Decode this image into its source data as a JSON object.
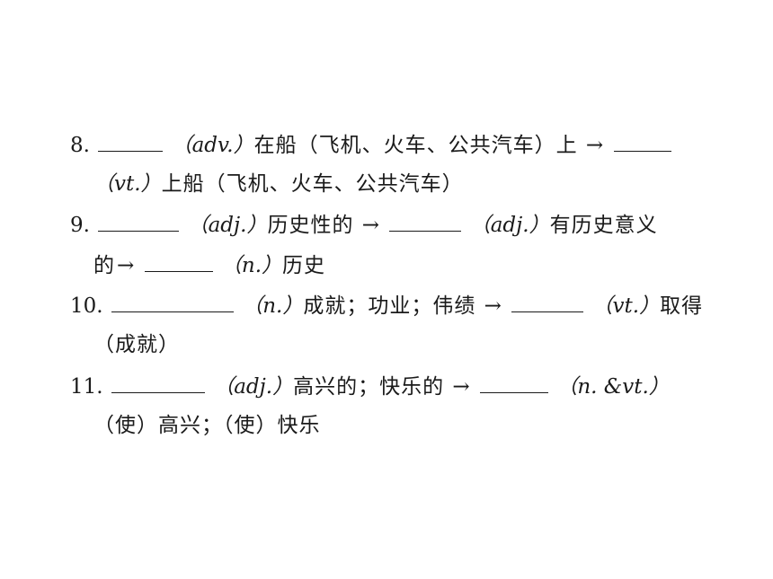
{
  "items": [
    {
      "number": "8.",
      "line1_pos1": "（adv.）",
      "line1_meaning1": "在船（飞机、火车、公共汽车）上",
      "arrow": "→",
      "line2_pos2": "（vt.）",
      "line2_meaning2": "上船（飞机、火车、公共汽车）"
    },
    {
      "number": "9.",
      "line1_pos1": "（adj.）",
      "line1_meaning1": "历史性的",
      "arrow": "→",
      "line1_pos2": "（adj.）",
      "line1_meaning2": "有历史意义",
      "line2_meaning2_cont": "的",
      "arrow2": "→",
      "line2_pos3": "（n.）",
      "line2_meaning3": "历史"
    },
    {
      "number": "10.",
      "line1_pos1": "（n.）",
      "line1_meaning1": "成就；功业；伟绩",
      "arrow": "→",
      "line1_pos2": "（vt.）",
      "line1_meaning2": "取得",
      "line2_meaning2_cont": "（成就）"
    },
    {
      "number": "11.",
      "line1_pos1": "（adj.）",
      "line1_meaning1": "高兴的；快乐的",
      "arrow": "→",
      "line1_pos2": "（n. &vt.）",
      "line2_meaning2": "（使）高兴；（使）快乐"
    }
  ]
}
